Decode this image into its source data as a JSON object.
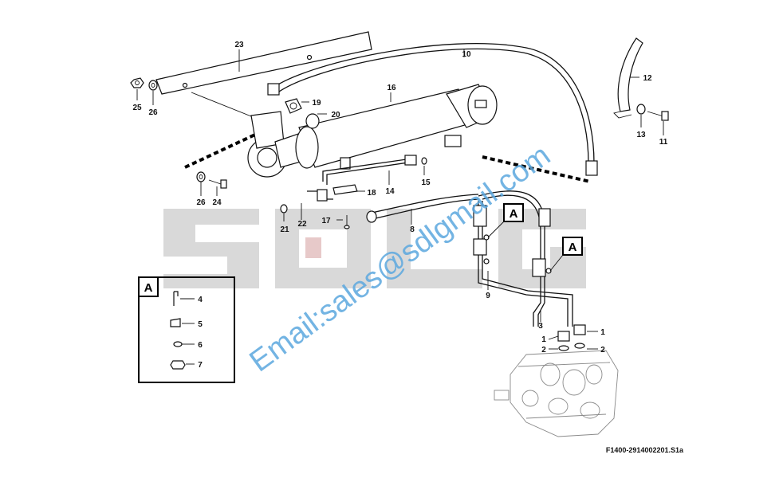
{
  "watermark": {
    "brand_letters": "SDLG",
    "email": "Email:sales@sdlgmail.com"
  },
  "figure_code": "F1400-2914002201.S1a",
  "colors": {
    "watermark_grey": "#d9d9d9",
    "watermark_red": "#e7c9c9",
    "email_blue": "#5aa7de",
    "ink": "#111111"
  },
  "callouts": {
    "n1a": "1",
    "n1b": "1",
    "n2a": "2",
    "n2b": "2",
    "n3": "3",
    "n4": "4",
    "n5": "5",
    "n6": "6",
    "n7": "7",
    "n8": "8",
    "n9": "9",
    "n10": "10",
    "n11": "11",
    "n12": "12",
    "n13": "13",
    "n14": "14",
    "n15": "15",
    "n16": "16",
    "n17": "17",
    "n18": "18",
    "n19": "19",
    "n20": "20",
    "n21": "21",
    "n22": "22",
    "n23": "23",
    "n24": "24",
    "n25": "25",
    "n26a": "26",
    "n26b": "26"
  },
  "detail_markers": {
    "a1": "A",
    "a2": "A",
    "a3": "A"
  }
}
